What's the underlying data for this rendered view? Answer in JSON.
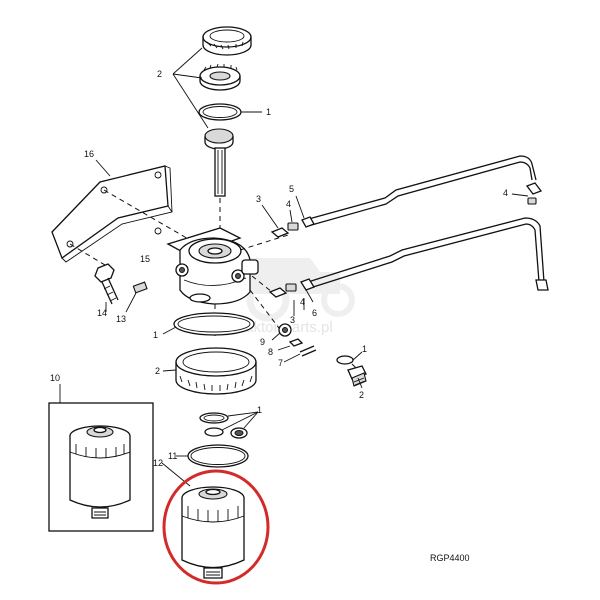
{
  "diagram": {
    "drawing_code": "RGP4400",
    "watermark_text": "traktor-parts.pl",
    "highlight_color": "#d42a2a",
    "callouts": {
      "c1_top": "1",
      "c2_top": "2",
      "c16": "16",
      "c3_upper": "3",
      "c4_upper": "4",
      "c5": "5",
      "c4_right": "4",
      "c15": "15",
      "c14": "14",
      "c13": "13",
      "c1_mid": "1",
      "c9": "9",
      "c8": "8",
      "c3_lower": "3",
      "c4_lower": "4",
      "c6": "6",
      "c7": "7",
      "c1_oring": "1",
      "c2_drain": "2",
      "c2_bowl": "2",
      "c10": "10",
      "c1_kit": "1",
      "c11": "11",
      "c12": "12"
    }
  }
}
